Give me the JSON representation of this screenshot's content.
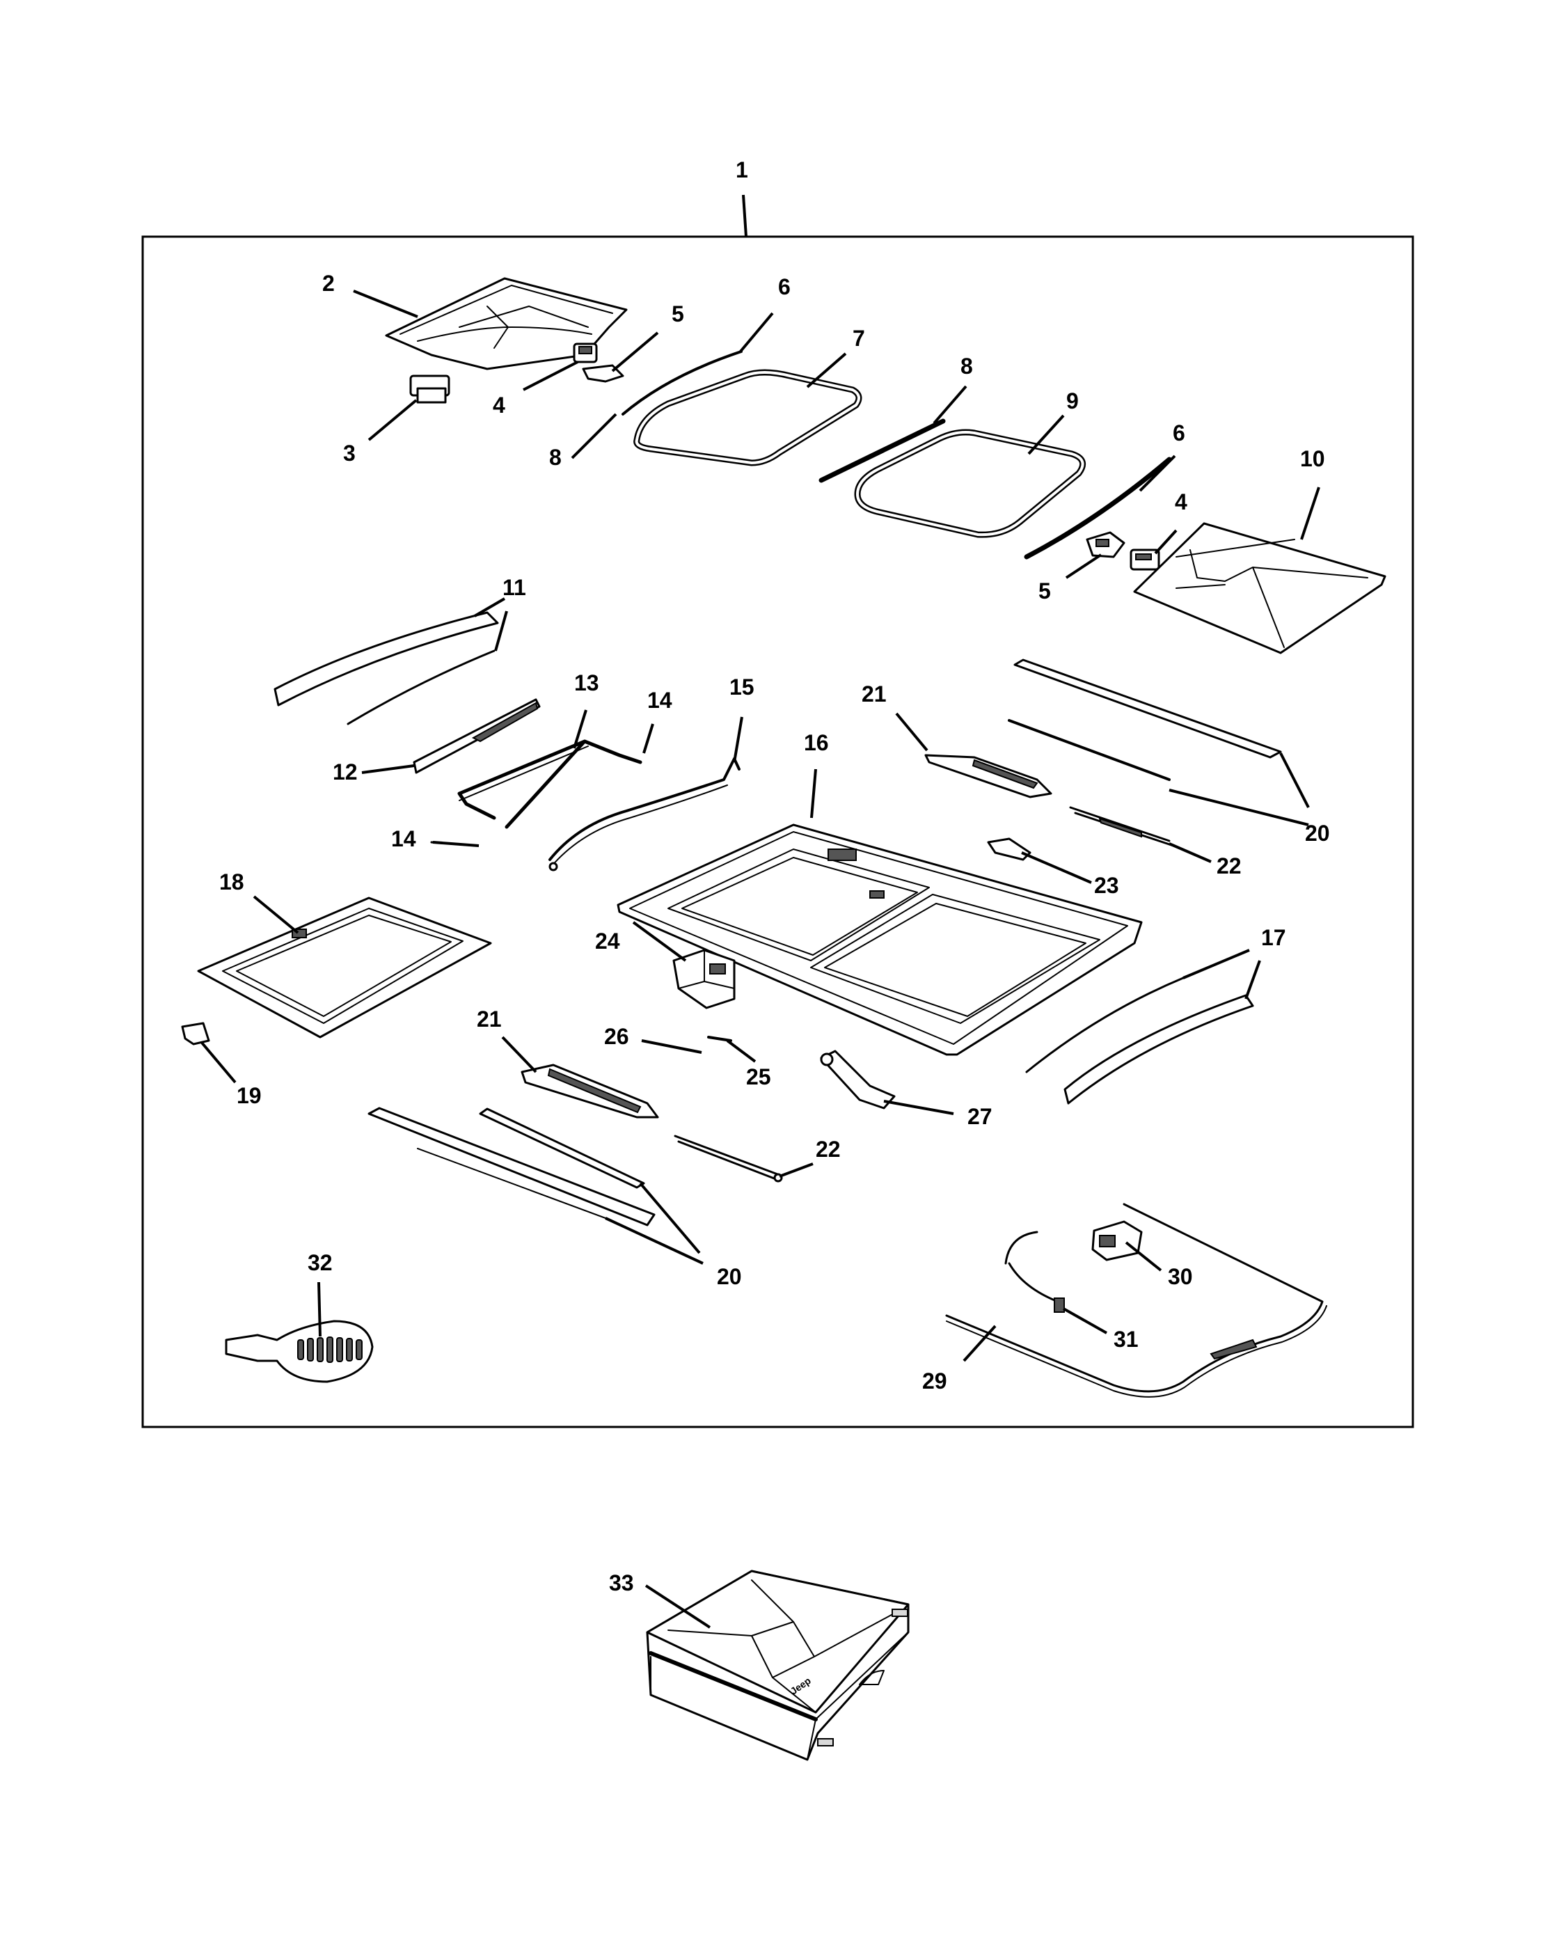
{
  "diagram": {
    "callouts": {
      "c1": "1",
      "c2": "2",
      "c3": "3",
      "c4a": "4",
      "c4b": "4",
      "c5a": "5",
      "c5b": "5",
      "c6a": "6",
      "c6b": "6",
      "c7": "7",
      "c8a": "8",
      "c8b": "8",
      "c9": "9",
      "c10": "10",
      "c11": "11",
      "c12": "12",
      "c13": "13",
      "c14a": "14",
      "c14b": "14",
      "c15": "15",
      "c16": "16",
      "c17": "17",
      "c18": "18",
      "c19": "19",
      "c20a": "20",
      "c20b": "20",
      "c21a": "21",
      "c21b": "21",
      "c22a": "22",
      "c22b": "22",
      "c23": "23",
      "c24": "24",
      "c25": "25",
      "c26": "26",
      "c27": "27",
      "c29": "29",
      "c30": "30",
      "c31": "31",
      "c32": "32",
      "c33": "33"
    },
    "grille_logo_icon": "jeep-seven-slot-grille",
    "brand_mark": "Jeep"
  }
}
